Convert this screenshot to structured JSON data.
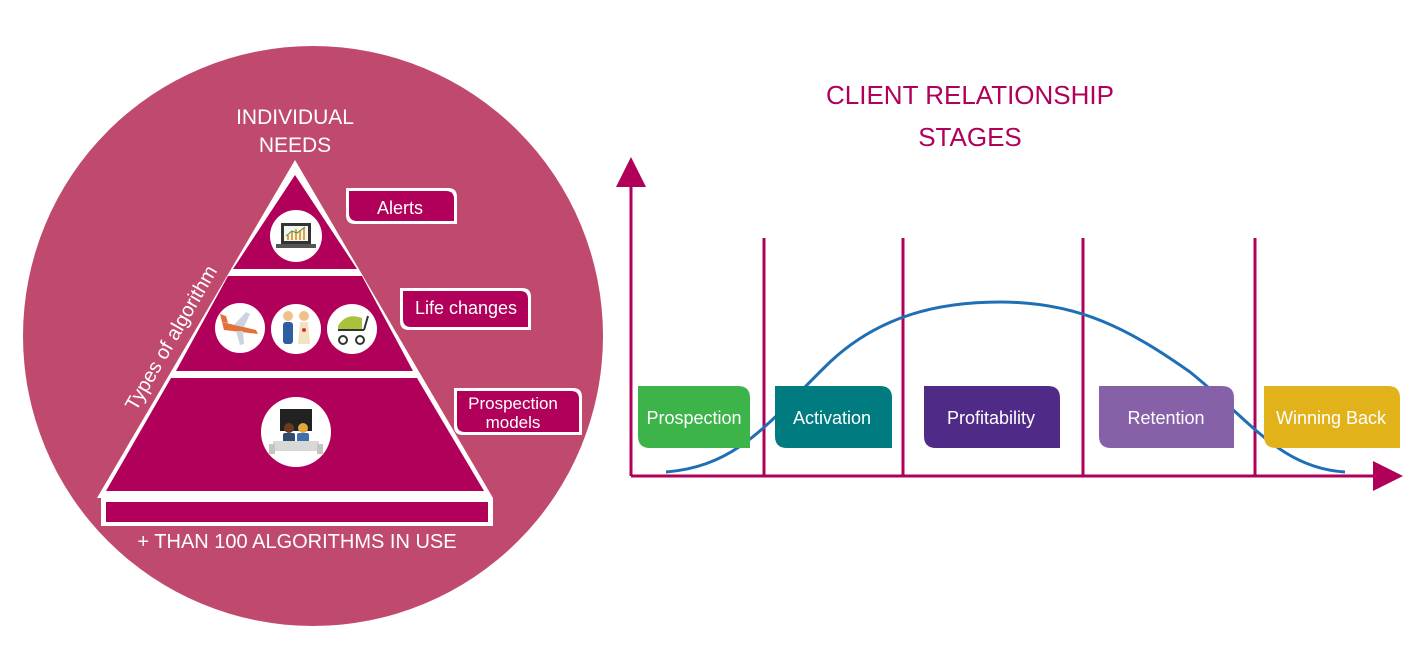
{
  "pyramid": {
    "top_label_line1": "INDIVIDUAL",
    "top_label_line2": "NEEDS",
    "side_label": "Types of algorithm",
    "bottom_label": "+ THAN 100 ALGORITHMS IN USE",
    "tags": {
      "alerts": "Alerts",
      "life_changes": "Life changes",
      "prospection_line1": "Prospection",
      "prospection_line2": "models"
    },
    "icons": {
      "tier1": "laptop-chart-icon",
      "tier2": [
        "airplane-icon",
        "married-couple-icon",
        "baby-stroller-icon"
      ],
      "tier3": "couple-watching-tv-icon"
    }
  },
  "stages_chart": {
    "title_line1": "CLIENT RELATIONSHIP",
    "title_line2": "STAGES",
    "stages": [
      {
        "label": "Prospection",
        "color": "#3db44a"
      },
      {
        "label": "Activation",
        "color": "#007b7f"
      },
      {
        "label": "Profitability",
        "color": "#4f2a86"
      },
      {
        "label": "Retention",
        "color": "#8661a8"
      },
      {
        "label": "Winning Back",
        "color": "#e2b21a"
      }
    ]
  },
  "colors": {
    "circle": "#c04a6e",
    "magenta": "#b0005a",
    "title": "#b0005a",
    "curve": "#1f6fb5"
  }
}
